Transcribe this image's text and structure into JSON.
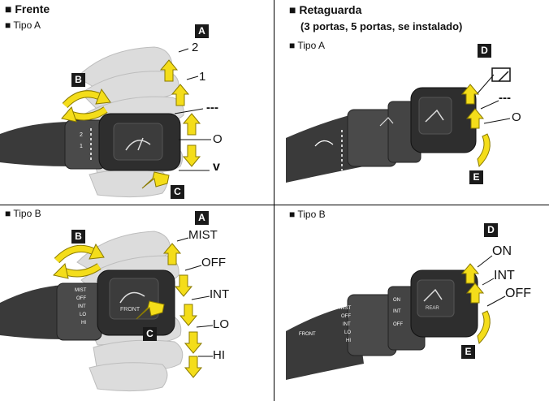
{
  "front": {
    "heading": "Frente",
    "type_a": {
      "heading": "Tipo A",
      "positions": [
        "2",
        "1",
        "---",
        "O",
        "v"
      ],
      "badges": {
        "a": "A",
        "b": "B",
        "c": "C"
      }
    },
    "type_b": {
      "heading": "Tipo B",
      "positions": [
        "MIST",
        "OFF",
        "INT",
        "LO",
        "HI"
      ],
      "badges": {
        "a": "A",
        "b": "B",
        "c": "C"
      },
      "switch_text": [
        "MIST",
        "OFF",
        "INT",
        "LO",
        "HI",
        "FRONT"
      ]
    }
  },
  "rear": {
    "heading": "Retaguarda",
    "subheading": "(3 portas, 5 portas, se instalado)",
    "type_a": {
      "heading": "Tipo A",
      "positions": [
        "---",
        "O"
      ],
      "badges": {
        "d": "D",
        "e": "E"
      }
    },
    "type_b": {
      "heading": "Tipo B",
      "positions": [
        "ON",
        "INT",
        "OFF"
      ],
      "badges": {
        "d": "D",
        "e": "E"
      },
      "switch_text": [
        "MIST",
        "OFF",
        "INT",
        "LO",
        "HI",
        "FRONT",
        "ON",
        "INT",
        "OFF",
        "REAR"
      ]
    }
  },
  "colors": {
    "arrow_fill": "#f4dd1a",
    "arrow_stroke": "#8a7a00",
    "lever": "#3a3a3a",
    "hand": "#d9d9d9"
  }
}
